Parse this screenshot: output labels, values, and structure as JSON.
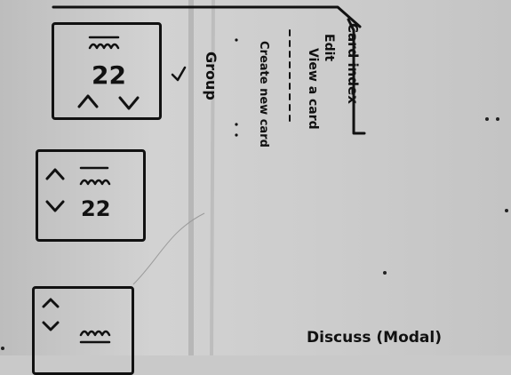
{
  "sketch": {
    "card1": {
      "count": "22"
    },
    "card2": {
      "count": "22"
    },
    "side_label_group": "Group",
    "menu": {
      "title": "Card index",
      "items": [
        "Edit",
        "View a card",
        "Create new card"
      ]
    },
    "footer_text": "Discuss (Modal)"
  }
}
